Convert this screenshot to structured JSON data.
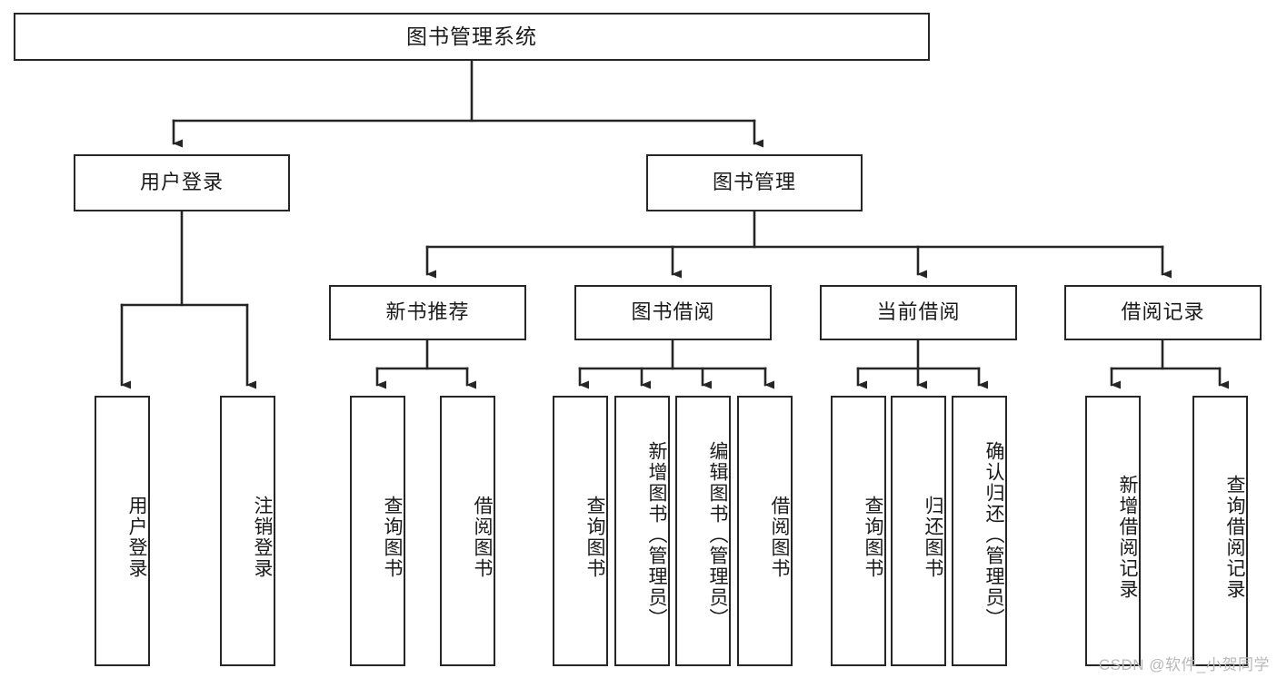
{
  "diagram": {
    "type": "tree-hierarchy",
    "title": "图书管理系统",
    "watermark": "CSDN @软件_小贺同学",
    "line_color": "#262626",
    "box_fill": "#ffffff",
    "text_color": "#1a1a1a",
    "watermark_color": "#b9b9b9"
  },
  "nodes": {
    "root": {
      "label": "图书管理系统"
    },
    "level2": [
      {
        "label": "用户登录"
      },
      {
        "label": "图书管理"
      }
    ],
    "level3": [
      {
        "label": "新书推荐"
      },
      {
        "label": "图书借阅"
      },
      {
        "label": "当前借阅"
      },
      {
        "label": "借阅记录"
      }
    ],
    "leaves_user_login": [
      {
        "label": "用户登录"
      },
      {
        "label": "注销登录"
      }
    ],
    "leaves_new_book": [
      {
        "label": "查询图书"
      },
      {
        "label": "借阅图书"
      }
    ],
    "leaves_borrow": [
      {
        "label": "查询图书"
      },
      {
        "label": "新增图书（管理员）"
      },
      {
        "label": "编辑图书（管理员）"
      },
      {
        "label": "借阅图书"
      }
    ],
    "leaves_current": [
      {
        "label": "查询图书"
      },
      {
        "label": "归还图书"
      },
      {
        "label": "确认归还（管理员）"
      }
    ],
    "leaves_records": [
      {
        "label": "新增借阅记录"
      },
      {
        "label": "查询借阅记录"
      }
    ]
  },
  "chart_data": {
    "type": "tree",
    "title": "图书管理系统",
    "root": "图书管理系统",
    "edges": [
      [
        "图书管理系统",
        "用户登录"
      ],
      [
        "图书管理系统",
        "图书管理"
      ],
      [
        "用户登录",
        "用户登录"
      ],
      [
        "用户登录",
        "注销登录"
      ],
      [
        "图书管理",
        "新书推荐"
      ],
      [
        "图书管理",
        "图书借阅"
      ],
      [
        "图书管理",
        "当前借阅"
      ],
      [
        "图书管理",
        "借阅记录"
      ],
      [
        "新书推荐",
        "查询图书"
      ],
      [
        "新书推荐",
        "借阅图书"
      ],
      [
        "图书借阅",
        "查询图书"
      ],
      [
        "图书借阅",
        "新增图书（管理员）"
      ],
      [
        "图书借阅",
        "编辑图书（管理员）"
      ],
      [
        "图书借阅",
        "借阅图书"
      ],
      [
        "当前借阅",
        "查询图书"
      ],
      [
        "当前借阅",
        "归还图书"
      ],
      [
        "当前借阅",
        "确认归还（管理员）"
      ],
      [
        "借阅记录",
        "新增借阅记录"
      ],
      [
        "借阅记录",
        "查询借阅记录"
      ]
    ],
    "depth": 4,
    "leaf_count": 13
  }
}
